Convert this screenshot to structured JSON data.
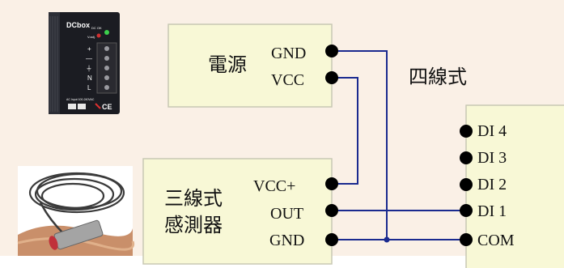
{
  "power_supply": {
    "name": "電源",
    "terminals": [
      "GND",
      "VCC"
    ]
  },
  "sensor": {
    "name_line1": "三線式",
    "name_line2": "感測器",
    "terminals": [
      "VCC+",
      "OUT",
      "GND"
    ]
  },
  "module": {
    "label": "四線式",
    "terminals": [
      "DI 4",
      "DI 3",
      "DI 2",
      "DI 1",
      "COM"
    ]
  },
  "psu_photo": {
    "brand": "DCbox",
    "model": "DC OK",
    "adj_label": "V.adj.",
    "terminal_marks": [
      "+",
      "—",
      "⏚",
      "N",
      "L"
    ],
    "footer": "AC Input 100-240VAC",
    "ce_mark": "CE"
  },
  "colors": {
    "background": "#faf0e6",
    "box_fill": "#f8f8d6",
    "box_stroke": "#c8c8b4",
    "wire": "#1a2a8f",
    "dot": "#000000"
  }
}
